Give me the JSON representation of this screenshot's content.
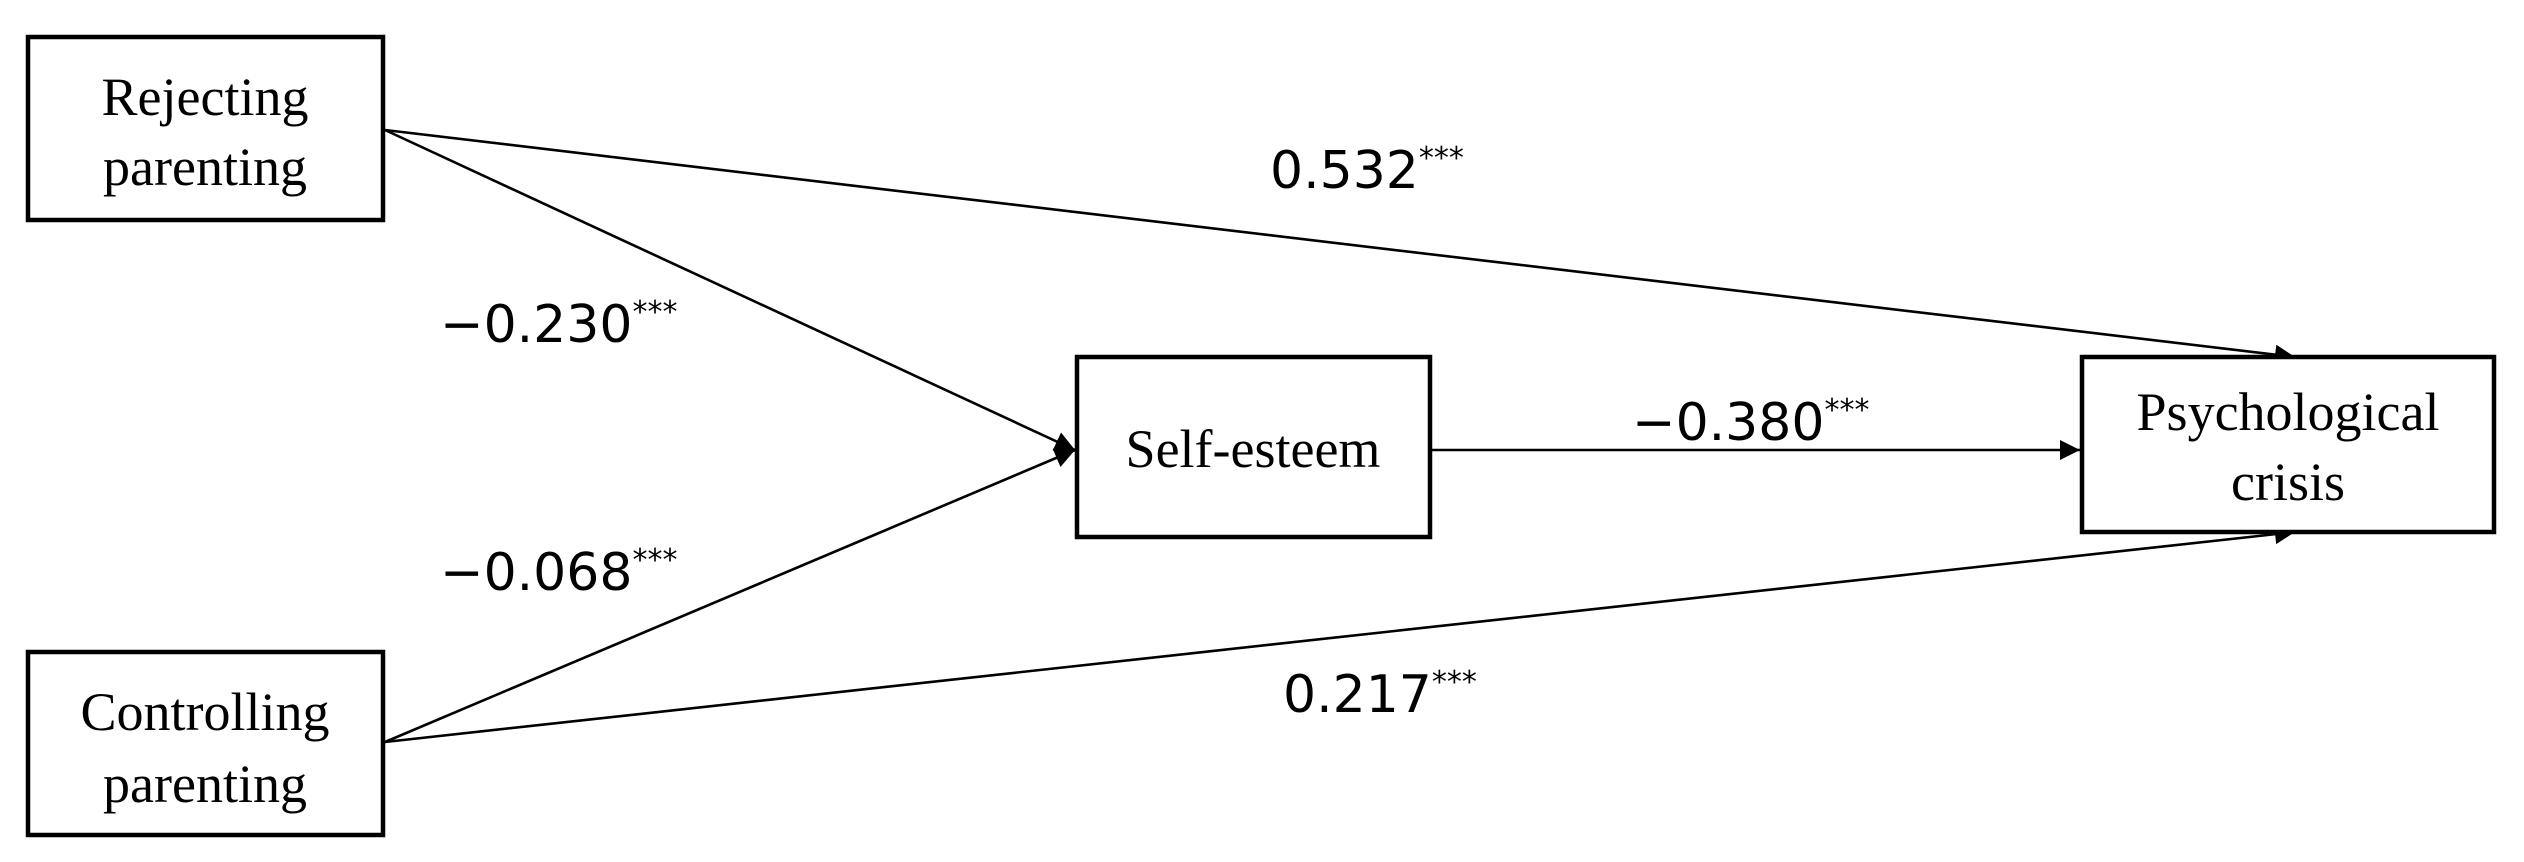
{
  "nodes": {
    "rejecting": {
      "line1": "Rejecting",
      "line2": "parenting"
    },
    "controlling": {
      "line1": "Controlling",
      "line2": "parenting"
    },
    "self_esteem": {
      "line1": "Self-esteem"
    },
    "crisis": {
      "line1": "Psychological",
      "line2": "crisis"
    }
  },
  "edges": {
    "rejecting_to_crisis": {
      "coef": "0.532",
      "sig": "***"
    },
    "rejecting_to_self_esteem": {
      "coef": "−0.230",
      "sig": "***"
    },
    "controlling_to_self_esteem": {
      "coef": "−0.068",
      "sig": "***"
    },
    "self_esteem_to_crisis": {
      "coef": "−0.380",
      "sig": "***"
    },
    "controlling_to_crisis": {
      "coef": "0.217",
      "sig": "***"
    }
  }
}
